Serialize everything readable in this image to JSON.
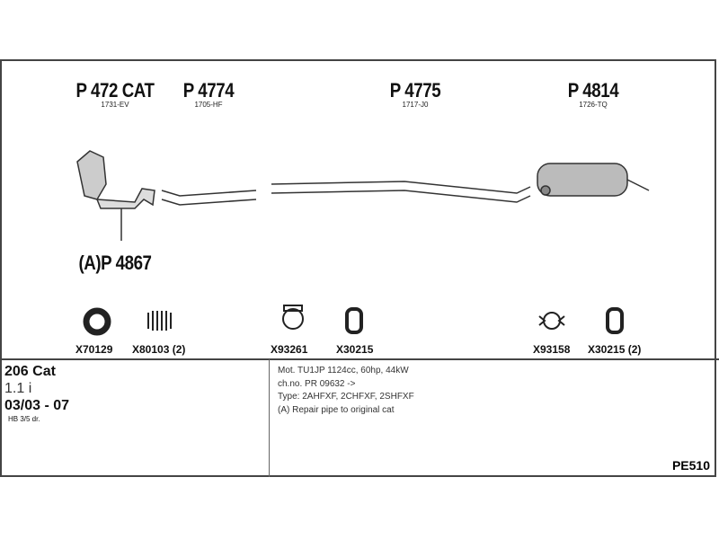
{
  "parts": [
    {
      "number": "P 472 CAT",
      "code": "1731-EV"
    },
    {
      "number": "P 4774",
      "code": "1705-HF"
    },
    {
      "number": "P 4775",
      "code": "1717-J0"
    },
    {
      "number": "P 4814",
      "code": "1726-TQ"
    }
  ],
  "repair_part": "(A)P 4867",
  "accessories": [
    "X70129",
    "X80103 (2)",
    "X93261",
    "X30215",
    "X93158",
    "X30215 (2)"
  ],
  "vehicle": {
    "model": "206 Cat",
    "engine": "1.1 i",
    "years": "03/03 - 07",
    "body": "HB 3/5 dr."
  },
  "notes": [
    "Mot. TU1JP 1124cc, 60hp, 44kW",
    "ch.no. PR 09632 ->",
    "Type: 2AHFXF, 2CHFXF, 2SHFXF",
    "(A) Repair pipe to original cat"
  ],
  "diagram_code": "PE510"
}
